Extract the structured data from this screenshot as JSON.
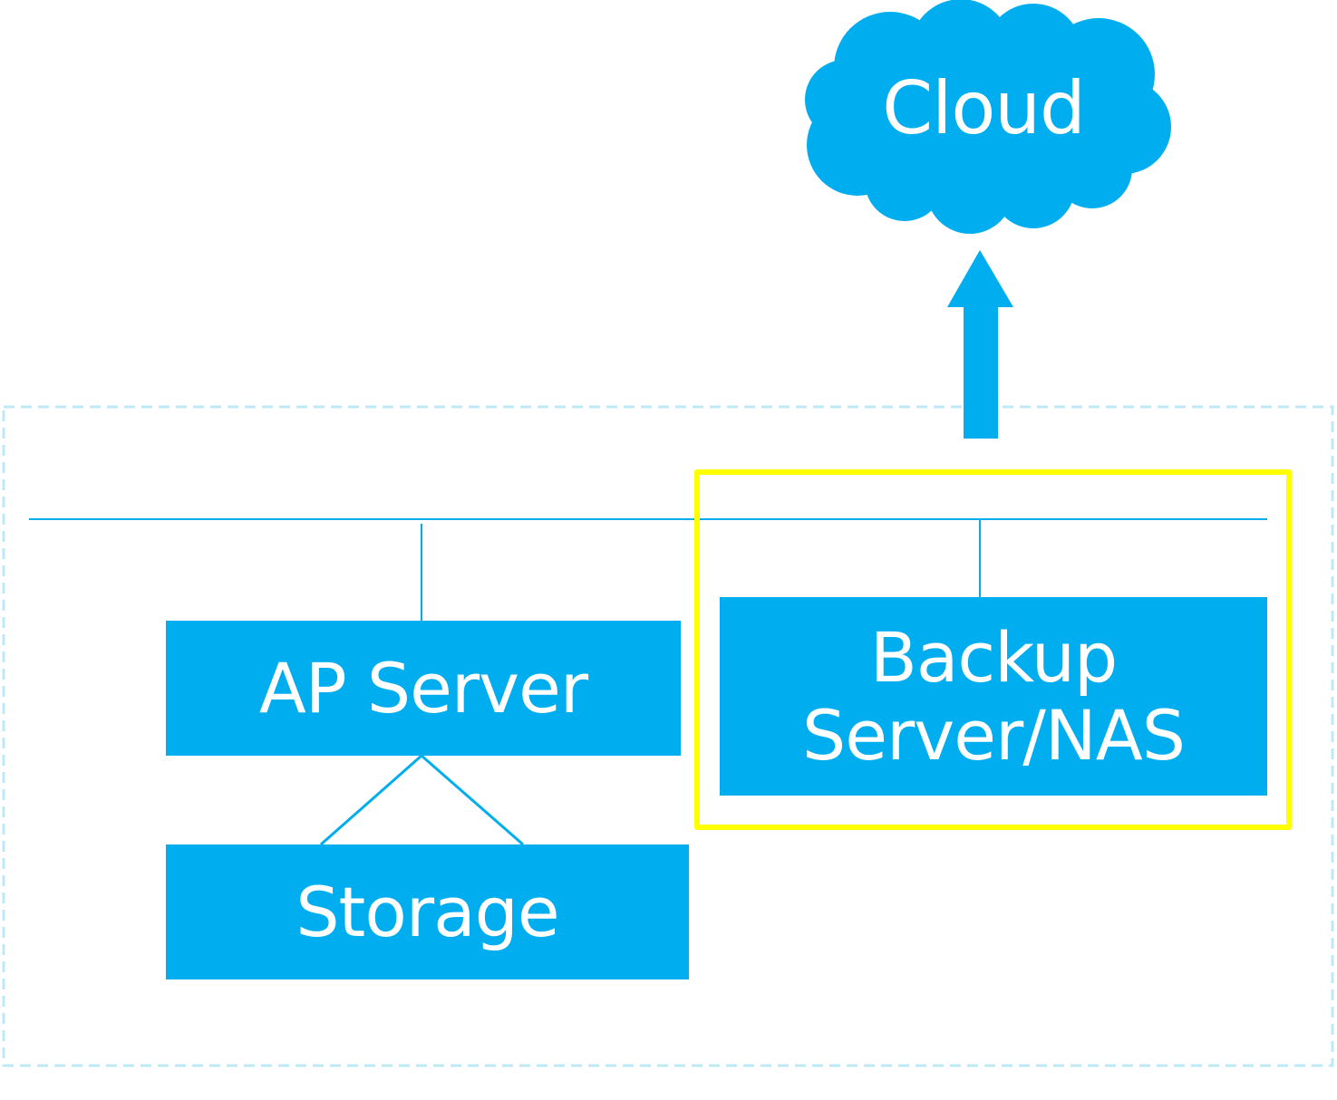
{
  "diagram": {
    "nodes": {
      "cloud": {
        "label": "Cloud"
      },
      "ap_server": {
        "label": "AP Server"
      },
      "storage": {
        "label": "Storage"
      },
      "backup": {
        "label_line1": "Backup",
        "label_line2": "Server/NAS"
      }
    },
    "colors": {
      "node_fill": "#00aeef",
      "node_text": "#ffffff",
      "connector": "#00aeef",
      "network_boundary": "#bfe8f7",
      "highlight": "#ffff00"
    }
  }
}
